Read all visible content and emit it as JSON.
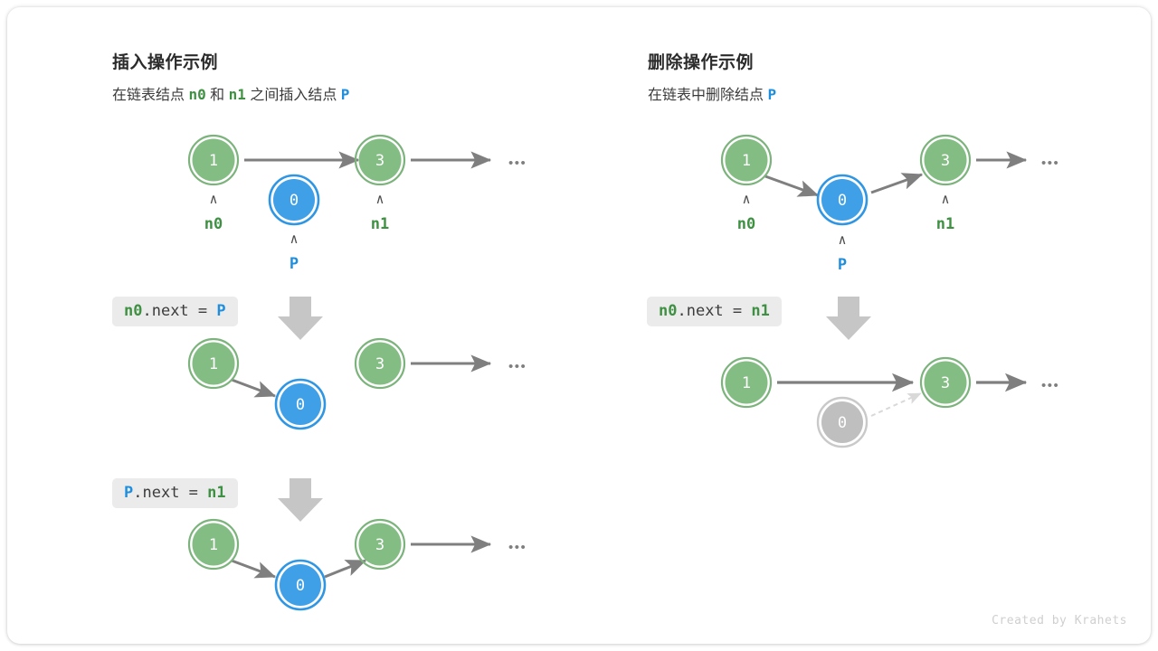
{
  "colors": {
    "node_green_fill": "#84bd84",
    "node_green_ring": "#7cb37c",
    "node_blue_fill": "#3fa0e8",
    "node_blue_ring": "#2f96e4",
    "node_gray_fill": "#bfbfbf",
    "node_gray_ring": "#c9c9c9",
    "arrow_gray": "#7f7f7f",
    "arrow_dashed": "#d9d9d9",
    "down_arrow": "#c6c6c6",
    "label_green": "#3e9142",
    "label_blue": "#1f8fdd",
    "code_bg": "#ebebeb",
    "title": "#2b2b2b"
  },
  "left_panel": {
    "title": "插入操作示例",
    "subtitle_parts": [
      {
        "text": "在链表结点 ",
        "style": "plain"
      },
      {
        "text": "n0",
        "style": "green"
      },
      {
        "text": " 和 ",
        "style": "plain"
      },
      {
        "text": "n1",
        "style": "green"
      },
      {
        "text": " 之间插入结点 ",
        "style": "plain"
      },
      {
        "text": "P",
        "style": "blue"
      }
    ],
    "steps": [
      {
        "code_parts": [
          {
            "text": "n0",
            "style": "green"
          },
          {
            "text": ".next = ",
            "style": "plain"
          },
          {
            "text": "P",
            "style": "blue"
          }
        ]
      },
      {
        "code_parts": [
          {
            "text": "P",
            "style": "blue"
          },
          {
            "text": ".next = ",
            "style": "plain"
          },
          {
            "text": "n1",
            "style": "green"
          }
        ]
      }
    ],
    "rows": [
      {
        "label": "initial-state",
        "nodes": [
          {
            "value": "1",
            "color": "green",
            "pointer": "n0"
          },
          {
            "value": "0",
            "color": "blue",
            "pointer": "P"
          },
          {
            "value": "3",
            "color": "green",
            "pointer": "n1"
          }
        ],
        "ellipsis": "•••"
      },
      {
        "label": "after-n0-next-P",
        "nodes": [
          {
            "value": "1",
            "color": "green"
          },
          {
            "value": "0",
            "color": "blue"
          },
          {
            "value": "3",
            "color": "green"
          }
        ],
        "ellipsis": "•••"
      },
      {
        "label": "after-P-next-n1",
        "nodes": [
          {
            "value": "1",
            "color": "green"
          },
          {
            "value": "0",
            "color": "blue"
          },
          {
            "value": "3",
            "color": "green"
          }
        ],
        "ellipsis": "•••"
      }
    ]
  },
  "right_panel": {
    "title": "删除操作示例",
    "subtitle_parts": [
      {
        "text": "在链表中删除结点 ",
        "style": "plain"
      },
      {
        "text": "P",
        "style": "blue"
      }
    ],
    "steps": [
      {
        "code_parts": [
          {
            "text": "n0",
            "style": "green"
          },
          {
            "text": ".next = ",
            "style": "plain"
          },
          {
            "text": "n1",
            "style": "green"
          }
        ]
      }
    ],
    "rows": [
      {
        "label": "initial-state",
        "nodes": [
          {
            "value": "1",
            "color": "green",
            "pointer": "n0"
          },
          {
            "value": "0",
            "color": "blue",
            "pointer": "P"
          },
          {
            "value": "3",
            "color": "green",
            "pointer": "n1"
          }
        ],
        "ellipsis": "•••"
      },
      {
        "label": "after-deletion",
        "nodes": [
          {
            "value": "1",
            "color": "green"
          },
          {
            "value": "0",
            "color": "gray"
          },
          {
            "value": "3",
            "color": "green"
          }
        ],
        "ellipsis": "•••"
      }
    ]
  },
  "footer": "Created by Krahets"
}
